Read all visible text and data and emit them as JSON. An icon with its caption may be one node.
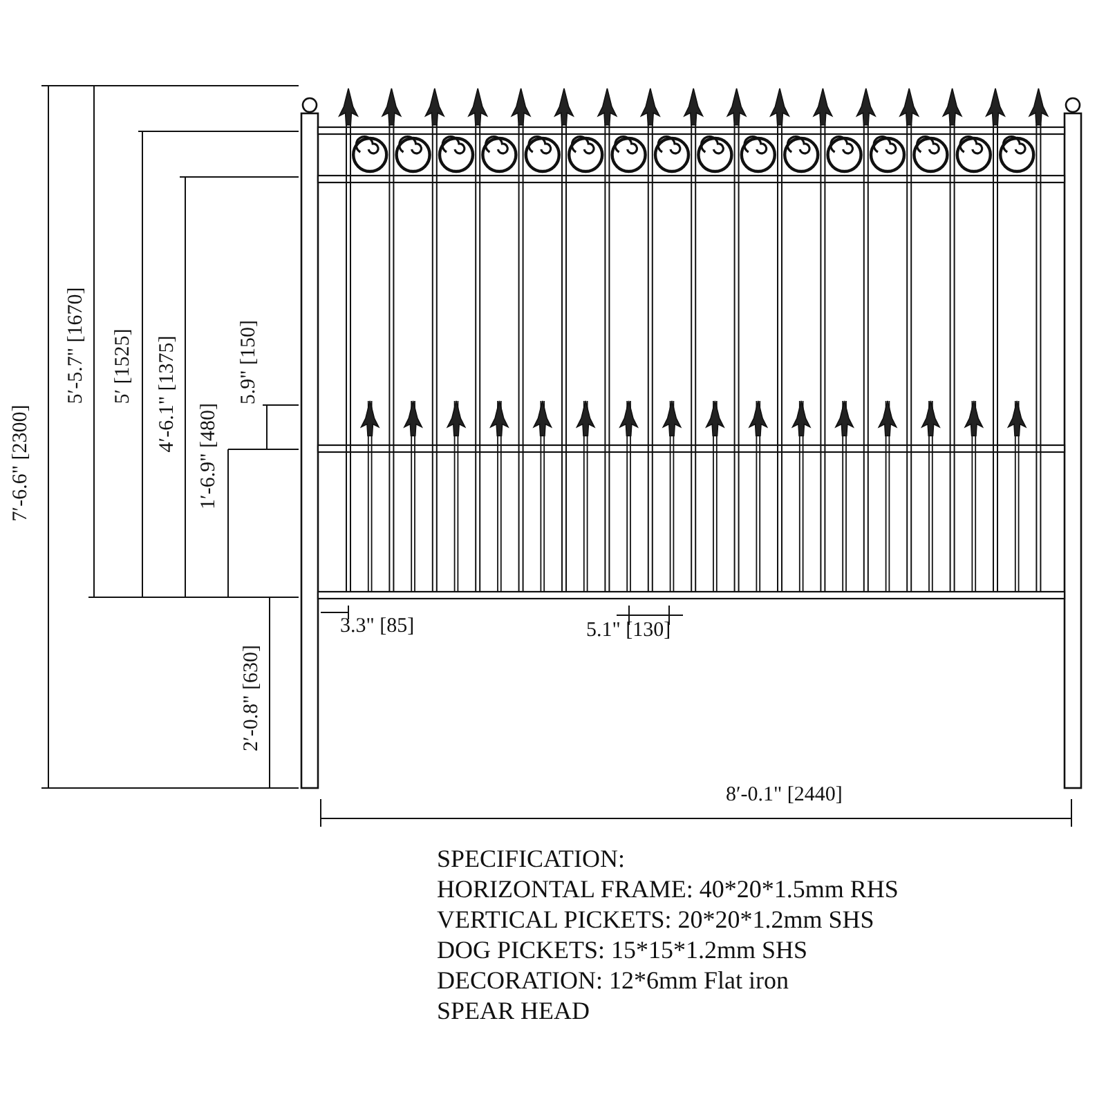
{
  "diagram": {
    "labels": [
      "7′-6.6\" [2300]",
      "5′-5.7\" [1670]",
      "5′ [1525]",
      "4′-6.1\" [1375]",
      "1′-6.9\" [480]",
      "5.9\" [150]",
      "2′-0.8\" [630]",
      "3.3\" [85]",
      "5.1\" [130]",
      "8′-0.1\" [2440]",
      "SPECIFICATION:",
      "HORIZONTAL FRAME: 40*20*1.5mm RHS",
      "VERTICAL PICKETS: 20*20*1.2mm SHS",
      "DOG PICKETS: 15*15*1.2mm SHS",
      "DECORATION: 12*6mm Flat iron",
      "SPEAR HEAD"
    ]
  }
}
